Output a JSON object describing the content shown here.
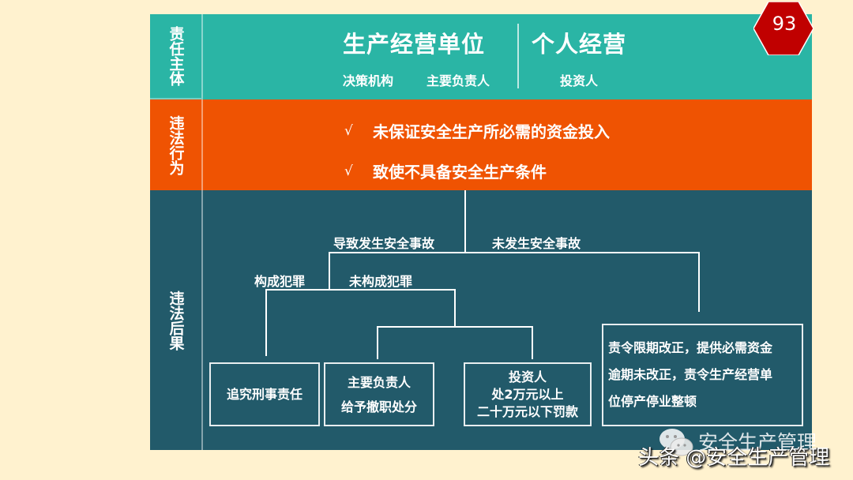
{
  "page_number": "93",
  "rows": {
    "subject": {
      "label": "责任主体",
      "left_title": "生产经营单位",
      "left_subs": [
        "决策机构",
        "主要负责人"
      ],
      "right_title": "个人经营",
      "right_sub": "投资人"
    },
    "behavior": {
      "label": "违法行为",
      "check_glyph": "√",
      "items": [
        "未保证安全生产所必需的资金投入",
        "致使不具备安全生产条件"
      ]
    },
    "consequence": {
      "label": "违法后果",
      "branch_accident": "导致发生安全事故",
      "branch_no_accident": "未发生安全事故",
      "branch_crime": "构成犯罪",
      "branch_no_crime": "未构成犯罪",
      "boxes": {
        "criminal": [
          "追究刑事责任"
        ],
        "head": [
          "主要负责人",
          "给予撤职处分"
        ],
        "investor": [
          "投资人",
          "处2万元以上",
          "二十万元以下罚款"
        ],
        "rectify": [
          "责令限期改正，提供必需资金",
          "逾期未改正，责令生产经营单",
          "位停产停业整顿"
        ]
      }
    }
  },
  "watermark": {
    "wechat": "安全生产管理",
    "toutiao": "头条 @安全生产管理"
  },
  "colors": {
    "background": "#fff2cf",
    "teal": "#2ab5a5",
    "orange": "#ef5302",
    "dark": "#225a6a",
    "badge": "#c00000"
  }
}
